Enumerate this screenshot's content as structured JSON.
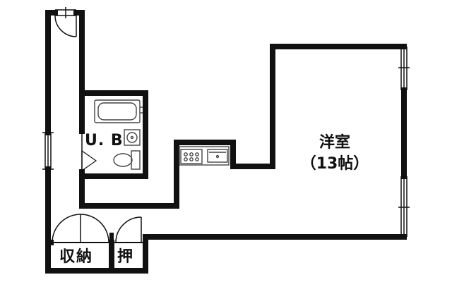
{
  "rooms": {
    "unit_bath": "U. B",
    "western_room": "洋室",
    "western_room_size": "（13帖）",
    "storage": "収納",
    "closet": "押"
  },
  "colors": {
    "wall": "#111111",
    "fixture": "#444444",
    "background": "#ffffff"
  }
}
